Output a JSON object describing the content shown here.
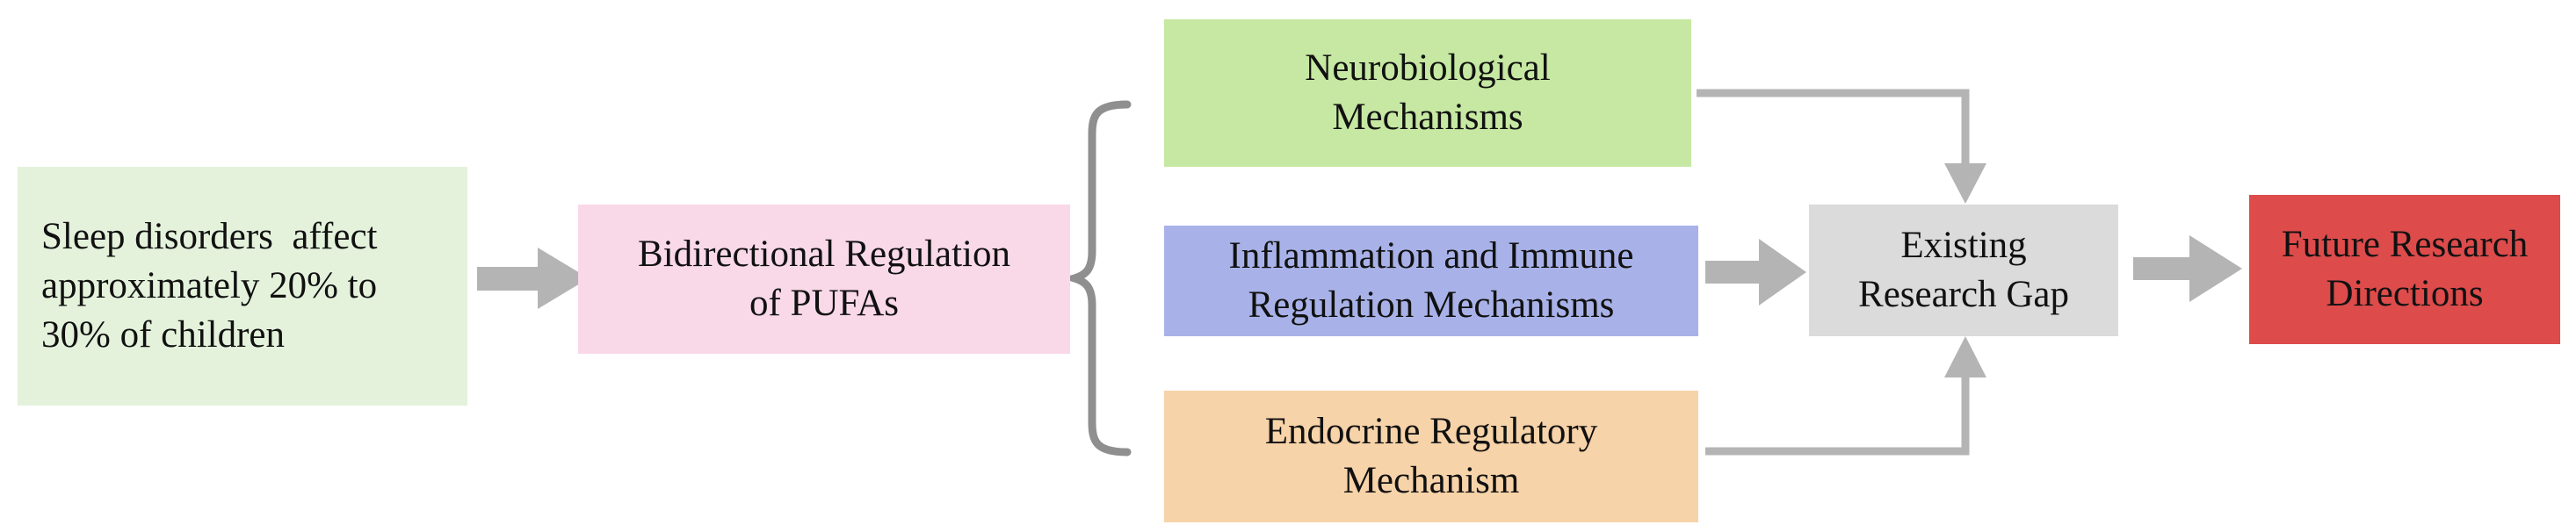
{
  "diagram": {
    "nodes": {
      "sleep": {
        "label": "Sleep disorders  affect\napproximately 20% to\n30% of children",
        "bg": "#e4f2dc"
      },
      "pufa": {
        "label": "Bidirectional Regulation\nof PUFAs",
        "bg": "#f9d8e8"
      },
      "neuro": {
        "label": "Neurobiological\nMechanisms",
        "bg": "#c6e8a2"
      },
      "immune": {
        "label": "Inflammation and Immune\nRegulation Mechanisms",
        "bg": "#a8b2e8"
      },
      "endocrine": {
        "label": "Endocrine Regulatory\nMechanism",
        "bg": "#f7d3a9"
      },
      "gap": {
        "label": "Existing\nResearch Gap",
        "bg": "#dbdbdb"
      },
      "future": {
        "label": "Future Research\nDirections",
        "bg": "#dd4b4b"
      }
    },
    "edges": [
      {
        "from": "sleep",
        "to": "pufa",
        "type": "block-arrow"
      },
      {
        "from": "pufa",
        "to": "neuro, immune, endocrine",
        "type": "brace"
      },
      {
        "from": "neuro",
        "to": "gap",
        "type": "elbow-arrow"
      },
      {
        "from": "immune",
        "to": "gap",
        "type": "block-arrow"
      },
      {
        "from": "endocrine",
        "to": "gap",
        "type": "elbow-arrow"
      },
      {
        "from": "gap",
        "to": "future",
        "type": "block-arrow"
      }
    ],
    "colors": {
      "connector": "#b4b4b4",
      "brace": "#8f8f8f",
      "text": "#111111",
      "background": "#ffffff"
    }
  }
}
